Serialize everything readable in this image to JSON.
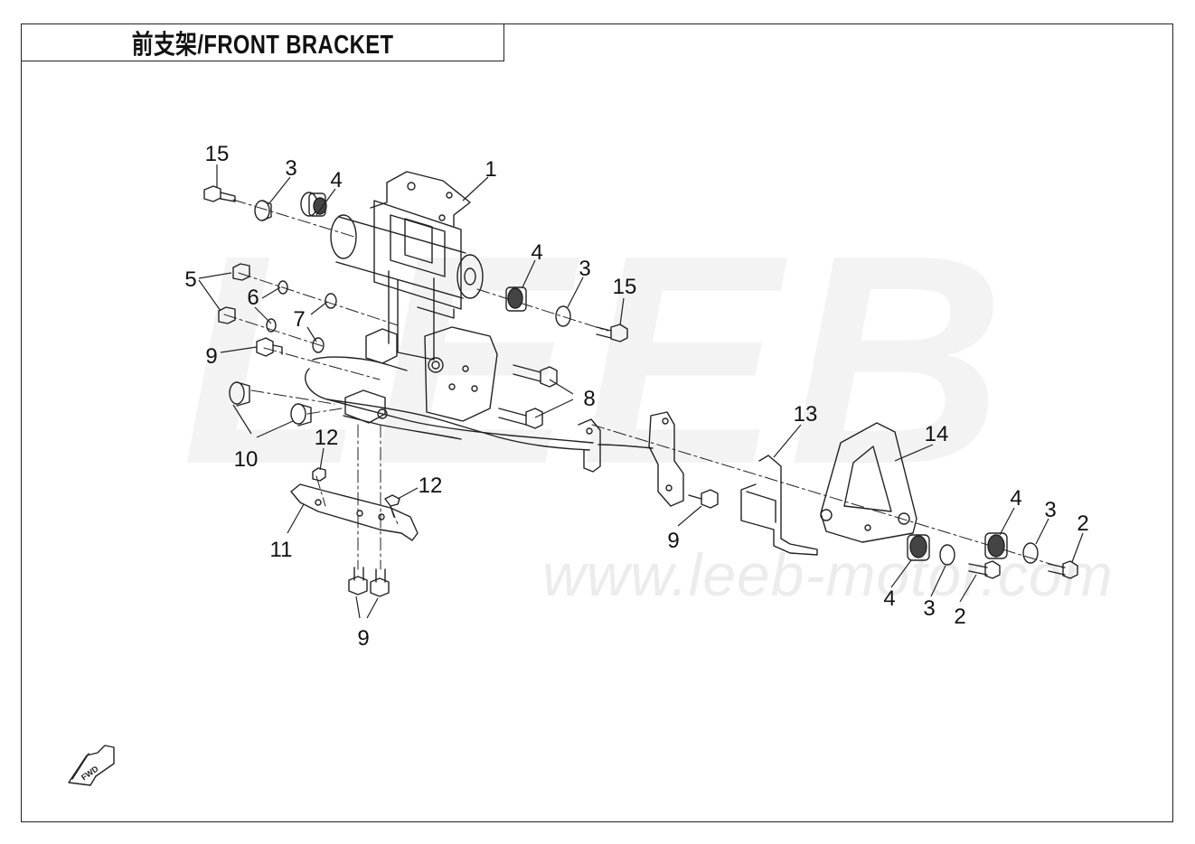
{
  "title": "前支架/FRONT BRACKET",
  "watermark": "LEEB",
  "website": "www.leeb-motor.com",
  "fwd_label": "FWD",
  "callouts": [
    {
      "id": "c15a",
      "label": "15"
    },
    {
      "id": "c3a",
      "label": "3"
    },
    {
      "id": "c4a",
      "label": "4"
    },
    {
      "id": "c1",
      "label": "1"
    },
    {
      "id": "c4b",
      "label": "4"
    },
    {
      "id": "c3b",
      "label": "3"
    },
    {
      "id": "c15b",
      "label": "15"
    },
    {
      "id": "c5",
      "label": "5"
    },
    {
      "id": "c6",
      "label": "6"
    },
    {
      "id": "c7",
      "label": "7"
    },
    {
      "id": "c9a",
      "label": "9"
    },
    {
      "id": "c8",
      "label": "8"
    },
    {
      "id": "c10",
      "label": "10"
    },
    {
      "id": "c12a",
      "label": "12"
    },
    {
      "id": "c12b",
      "label": "12"
    },
    {
      "id": "c11",
      "label": "11"
    },
    {
      "id": "c9b",
      "label": "9"
    },
    {
      "id": "c13",
      "label": "13"
    },
    {
      "id": "c14",
      "label": "14"
    },
    {
      "id": "c9c",
      "label": "9"
    },
    {
      "id": "c4c",
      "label": "4"
    },
    {
      "id": "c3c",
      "label": "3"
    },
    {
      "id": "c2a",
      "label": "2"
    },
    {
      "id": "c4d",
      "label": "4"
    },
    {
      "id": "c3d",
      "label": "3"
    },
    {
      "id": "c2b",
      "label": "2"
    }
  ]
}
